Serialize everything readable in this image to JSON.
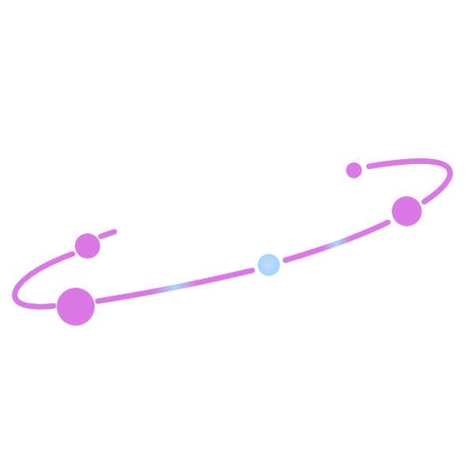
{
  "illustration": {
    "name": "orbit-ring-illustration",
    "colors": {
      "magenta": "#DC78E6",
      "light_blue": "#A8D8FF",
      "blue_dot_fill": "#B2D4FF",
      "background": "#FFFFFF"
    },
    "icons": [
      "orbit-ring-icon",
      "planet-large-left",
      "planet-small-left",
      "planet-right",
      "planet-small-top-right",
      "moon-center-blue"
    ]
  }
}
